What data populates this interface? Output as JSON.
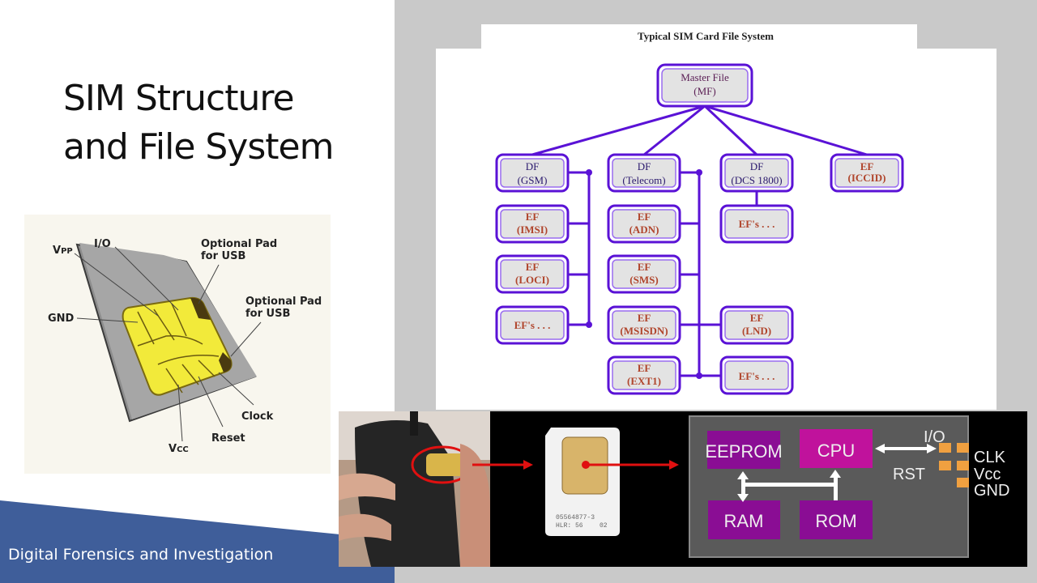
{
  "slide": {
    "title_line1": "SIM Structure",
    "title_line2": "and File System",
    "footer": "Digital Forensics and Investigation"
  },
  "file_system": {
    "title": "Typical SIM Card File System",
    "mf": {
      "line1": "Master File",
      "line2": "(MF)"
    },
    "df_gsm": {
      "line1": "DF",
      "line2": "(GSM)"
    },
    "df_telecom": {
      "line1": "DF",
      "line2": "(Telecom)"
    },
    "df_dcs": {
      "line1": "DF",
      "line2": "(DCS 1800)"
    },
    "ef_iccid": {
      "line1": "EF",
      "line2": "(ICCID)"
    },
    "ef_imsi": {
      "line1": "EF",
      "line2": "(IMSI)"
    },
    "ef_loci": {
      "line1": "EF",
      "line2": "(LOCI)"
    },
    "ef_gsm_more": "EF's . . .",
    "ef_adn": {
      "line1": "EF",
      "line2": "(ADN)"
    },
    "ef_sms": {
      "line1": "EF",
      "line2": "(SMS)"
    },
    "ef_msisdn": {
      "line1": "EF",
      "line2": "(MSISDN)"
    },
    "ef_ext1": {
      "line1": "EF",
      "line2": "(EXT1)"
    },
    "ef_dcs_more": "EF's . . .",
    "ef_lnd": {
      "line1": "EF",
      "line2": "(LND)"
    },
    "ef_telecom_more": "EF's . . ."
  },
  "sim_contacts": {
    "vpp": "V",
    "vpp_sub": "PP",
    "io": "I/O",
    "opt1_line1": "Optional Pad",
    "opt1_line2": "for USB",
    "opt2_line1": "Optional Pad",
    "opt2_line2": "for USB",
    "gnd": "GND",
    "clock": "Clock",
    "reset": "Reset",
    "vcc": "V",
    "vcc_sub": "CC"
  },
  "chip_diagram": {
    "sim_number": "05564877-3",
    "sim_hlr": "HLR: 56",
    "sim_code": "02",
    "eeprom": "EEPROM",
    "cpu": "CPU",
    "ram": "RAM",
    "rom": "ROM",
    "io": "I/O",
    "rst": "RST",
    "clk": "CLK",
    "vcc": "Vcc",
    "gnd": "GND",
    "colors": {
      "block": "#8a0d94",
      "cpu": "#c0129c",
      "pad": "#f0a040",
      "chip_bg": "#5a5a5a"
    }
  }
}
